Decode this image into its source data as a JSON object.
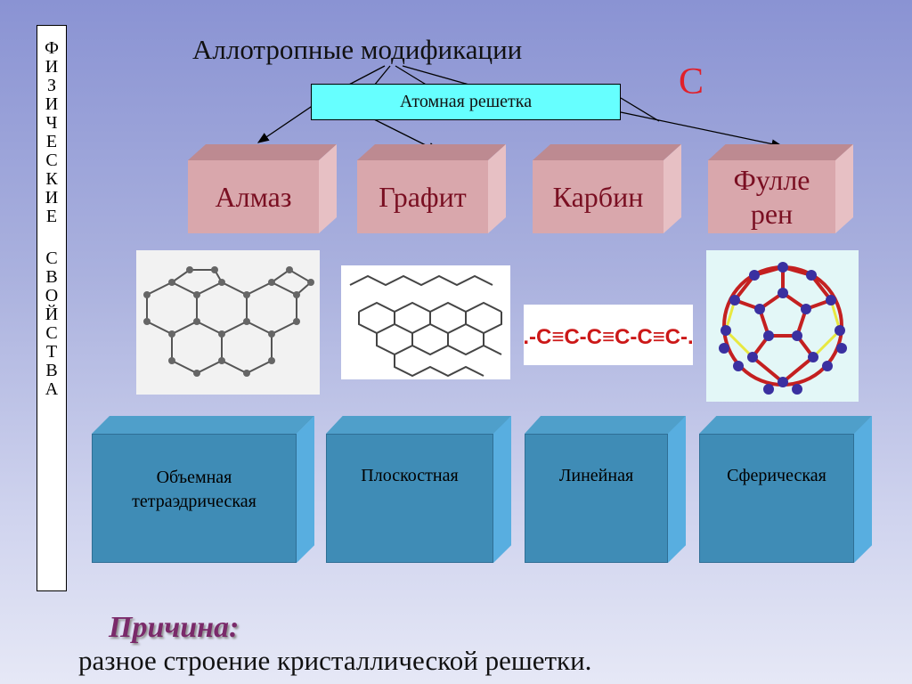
{
  "side_label_top": [
    "Ф",
    "И",
    "З",
    "И",
    "Ч",
    "Е",
    "С",
    "К",
    "И",
    "Е"
  ],
  "side_label_bottom": [
    "С",
    "В",
    "О",
    "Й",
    "С",
    "Т",
    "В",
    "А"
  ],
  "title": "Аллотропные модификации",
  "element_symbol": "С",
  "lattice_label": "Атомная решетка",
  "modifications": [
    "Алмаз",
    "Графит",
    "Карбин",
    "Фулле\nрен"
  ],
  "structures": [
    "Объемная\nтетраэдрическая",
    "Плоскостная",
    "Линейная",
    "Сферическая"
  ],
  "carbyne_formula": "...-C≡C-C≡C-C≡C-...",
  "reason_label": "Причина:",
  "reason_text": "разное строение кристаллической решетки.",
  "colors": {
    "modification_face": "#d9a7ac",
    "modification_text": "#7a0f22",
    "structure_face": "#3f8cb6",
    "lattice_box": "#66ffff",
    "element_symbol": "#e0202a",
    "reason_label": "#7a2a6a"
  }
}
